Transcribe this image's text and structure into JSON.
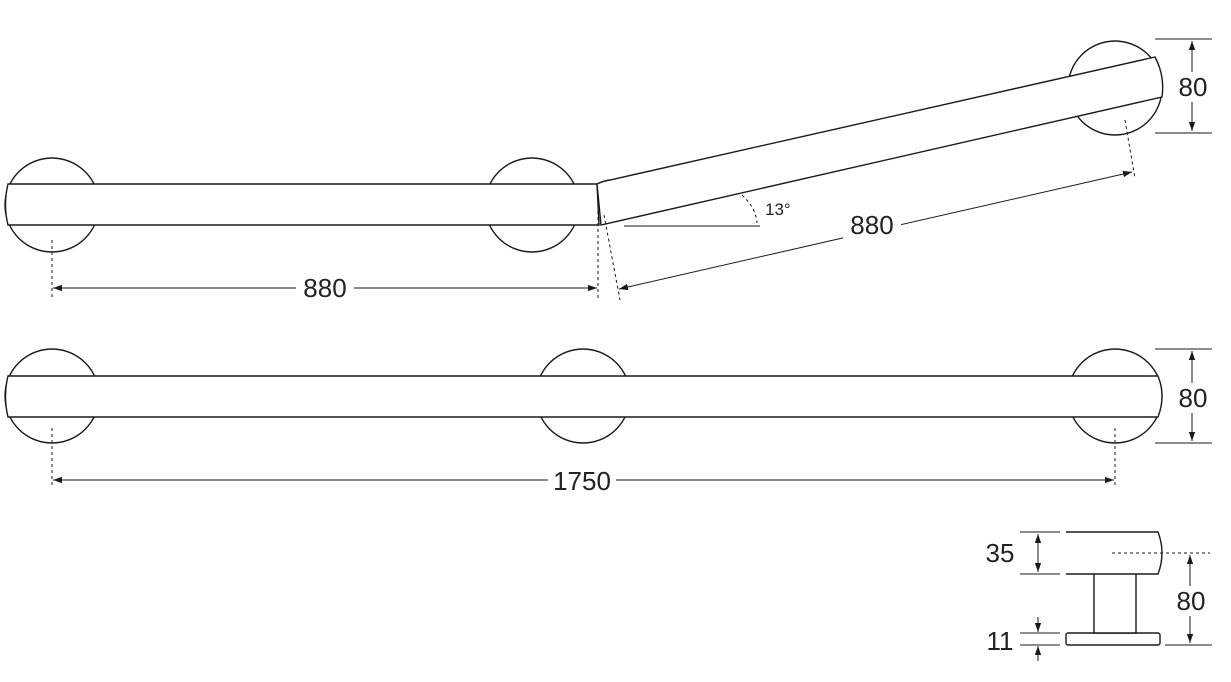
{
  "angled_bar": {
    "left_length": "880",
    "right_length": "880",
    "angle": "13°",
    "height": "80"
  },
  "straight_bar": {
    "length": "1750",
    "height": "80"
  },
  "side_profile": {
    "bar_height": "35",
    "base_thickness": "11",
    "total_depth": "80"
  }
}
